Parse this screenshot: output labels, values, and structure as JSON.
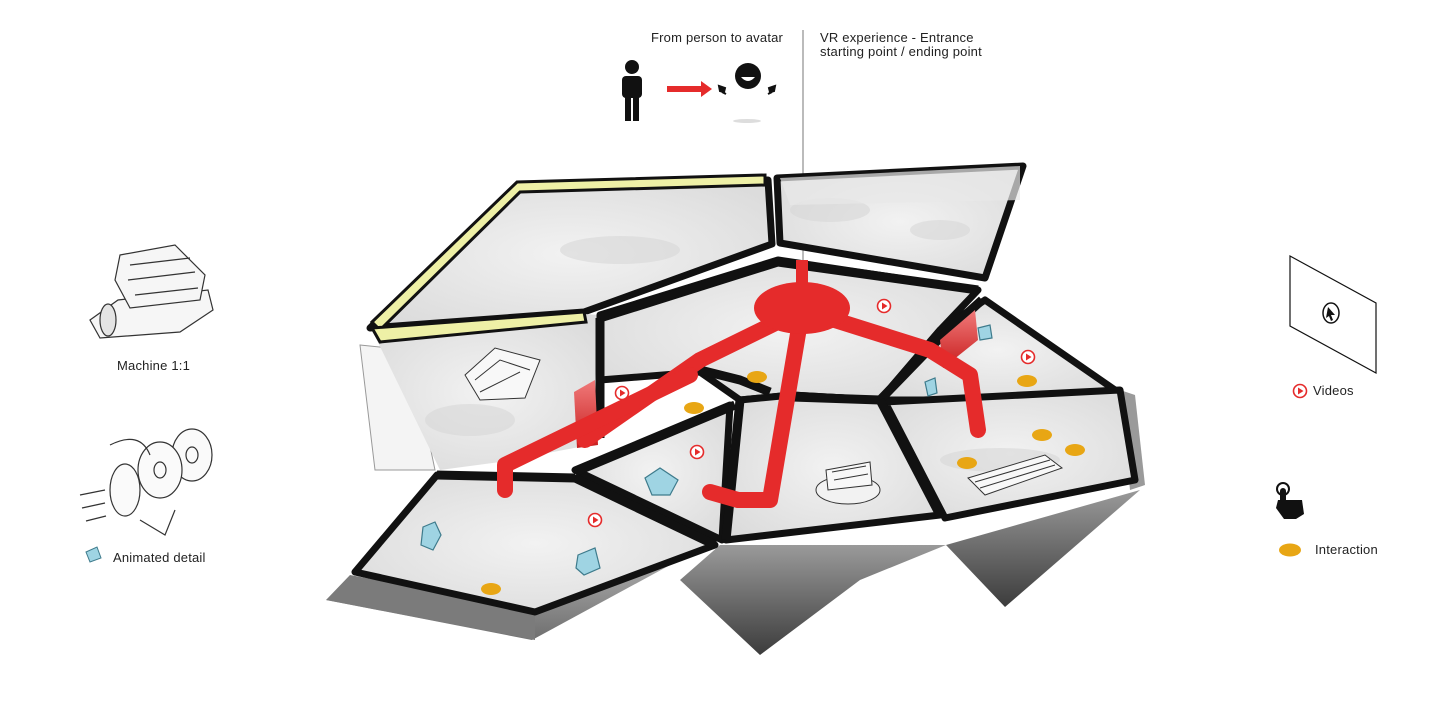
{
  "labels": {
    "person_to_avatar": "From person to avatar",
    "entrance_line1": "VR experience  - Entrance",
    "entrance_line2": "starting point / ending point",
    "machine": "Machine 1:1",
    "animated_detail": "Animated detail",
    "videos": "Videos",
    "interaction": "Interaction"
  },
  "colors": {
    "path_red": "#e52b2b",
    "interaction_orange": "#e8a614",
    "animated_blue": "#9fd4e3",
    "wall_black": "#111111",
    "yellow_wall": "#eef0a6",
    "floor": "#e7e7e7",
    "side_gray": "#8f8f8f"
  },
  "icons": [
    "person-icon",
    "arrow-icon",
    "avatar-icon",
    "machine-icon",
    "exploded-part-icon",
    "crystal-icon",
    "play-icon",
    "screen-cursor-icon",
    "hand-pointer-icon",
    "interaction-dot-icon"
  ]
}
